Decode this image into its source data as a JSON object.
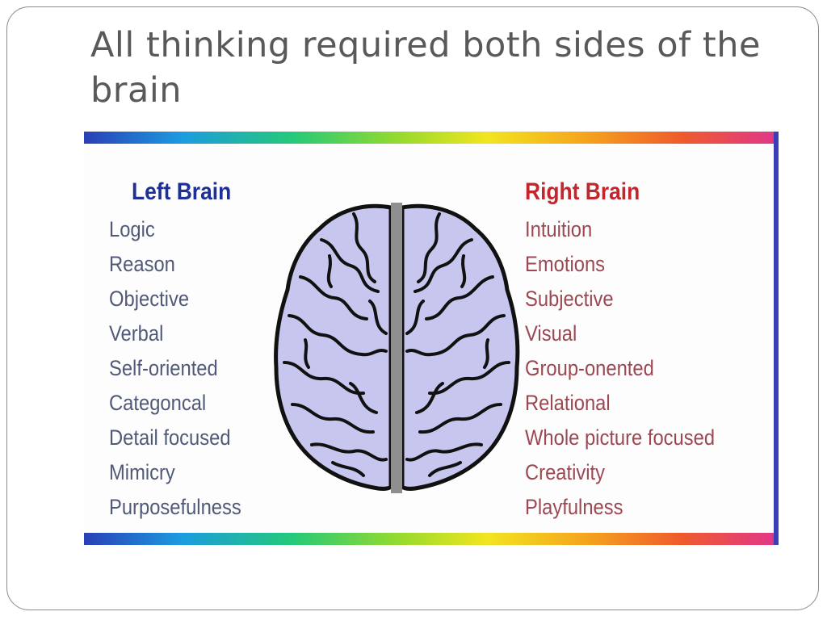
{
  "slide": {
    "title": "All thinking required both sides of the brain"
  },
  "picture": {
    "left_heading": "Left Brain",
    "right_heading": "Right Brain",
    "left_traits": [
      "Logic",
      "Reason",
      "Objective",
      "Verbal",
      "Self-oriented",
      "Categoncal",
      "Detail focused",
      "Mimicry",
      "Purposefulness"
    ],
    "right_traits": [
      "Intuition",
      "Emotions",
      "Subjective",
      "Visual",
      "Group-onented",
      "Relational",
      "Whole picture focused",
      "Creativity",
      "Playfulness"
    ],
    "brain_icon": "brain-top-view-icon",
    "colors": {
      "left_heading": "#1d2f99",
      "right_heading": "#c4262e",
      "left_text": "#505a78",
      "right_text": "#9a4852",
      "brain_fill": "#c6c6ee",
      "divider": "#8f8f8f",
      "title": "#595959"
    }
  }
}
